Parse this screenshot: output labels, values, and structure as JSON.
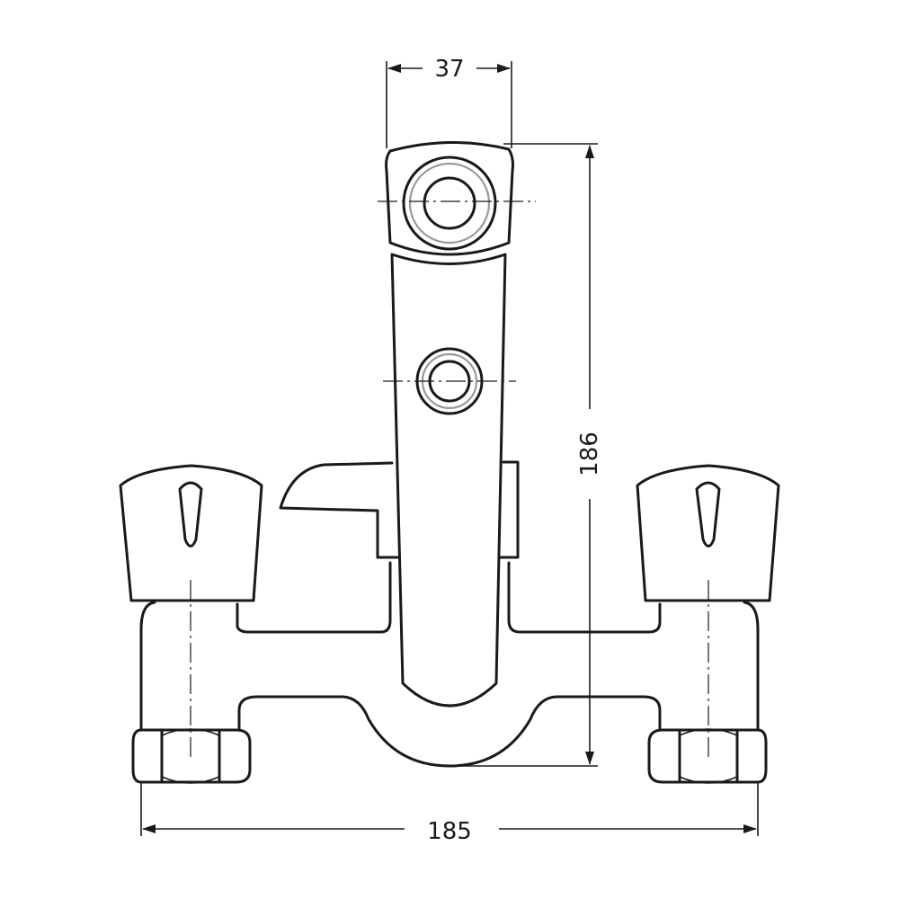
{
  "diagram": {
    "dimensions": {
      "top_width": "37",
      "height": "186",
      "overall_width": "185"
    }
  }
}
